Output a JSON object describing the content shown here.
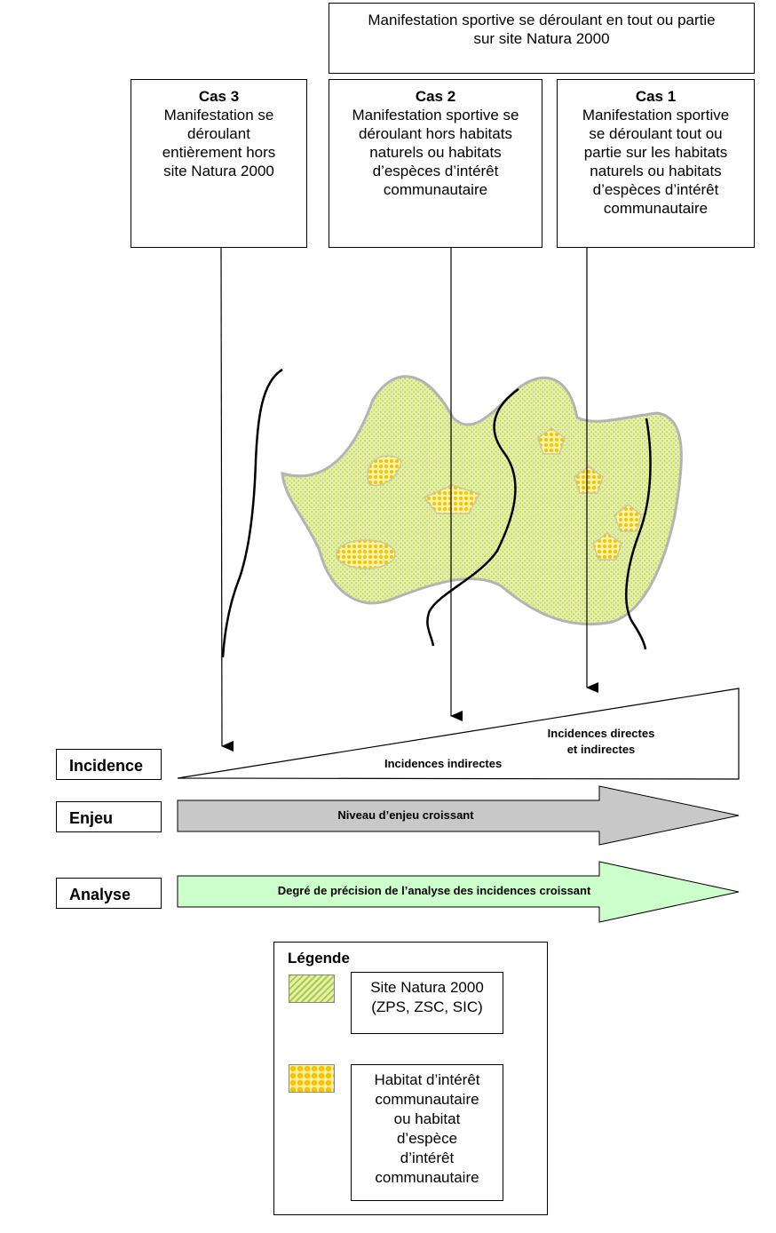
{
  "header": {
    "line1": "Manifestation sportive se déroulant en tout ou partie",
    "line2": "sur site Natura 2000"
  },
  "cases": {
    "cas3": {
      "title": "Cas 3",
      "lines": [
        "Manifestation se",
        "déroulant",
        "entièrement hors",
        "site Natura 2000"
      ]
    },
    "cas2": {
      "title": "Cas  2",
      "lines": [
        "Manifestation sportive se",
        "déroulant hors habitats",
        "naturels ou habitats",
        "d’espèces d’intérêt",
        "communautaire"
      ]
    },
    "cas1": {
      "title": "Cas 1",
      "lines": [
        "Manifestation sportive",
        "se déroulant tout ou",
        "partie sur les habitats",
        "naturels ou habitats",
        "d’espèces d’intérêt",
        "communautaire"
      ]
    }
  },
  "rows": {
    "incidence": {
      "label": "Incidence",
      "indirect": "Incidences indirectes",
      "direct_line1": "Incidences directes",
      "direct_line2": "et indirectes"
    },
    "enjeu": {
      "label": "Enjeu",
      "arrow_text": "Niveau d’enjeu croissant"
    },
    "analyse": {
      "label": "Analyse",
      "arrow_text": "Degré de précision de l’analyse des incidences croissant"
    }
  },
  "legend": {
    "title": "Légende",
    "site": {
      "lines": [
        "Site Natura 2000",
        "(ZPS, ZSC, SIC)"
      ]
    },
    "habitat": {
      "lines": [
        "Habitat d’intérêt",
        "communautaire",
        "ou habitat",
        "d’espèce",
        "d’intérêt",
        "communautaire"
      ]
    }
  },
  "colors": {
    "site_fill": "#e6f0a8",
    "habitat_fill": "#ffe066",
    "enjeu_arrow": "#c8c8c8",
    "analyse_arrow": "#ccffcc"
  }
}
